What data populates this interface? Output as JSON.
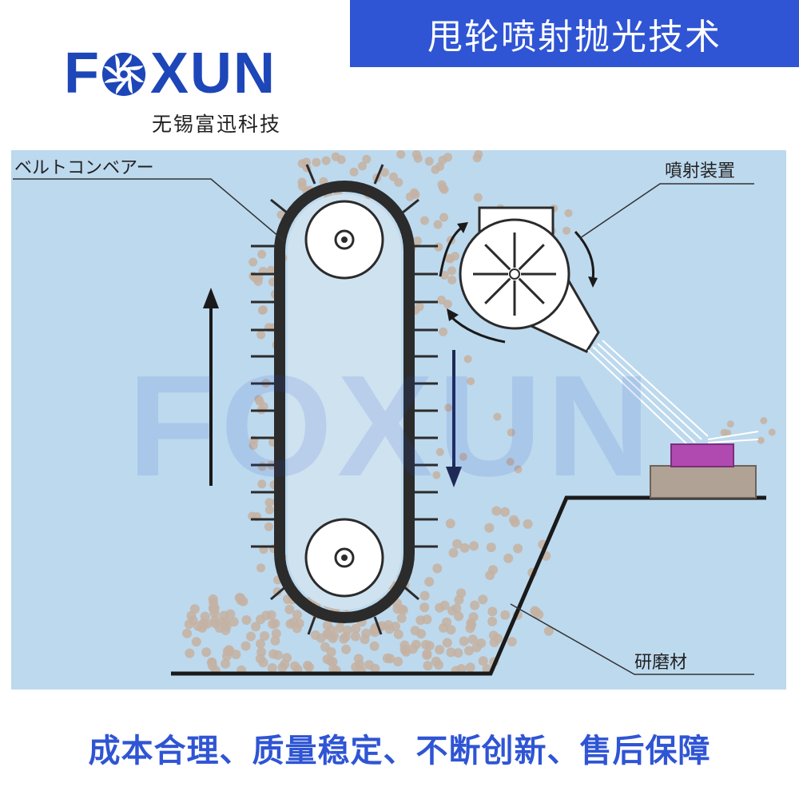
{
  "banner": {
    "title": "甩轮喷射抛光技术"
  },
  "logo": {
    "brand": "FOXUN",
    "brand_left": "F",
    "brand_right": "XUN",
    "subtitle": "无锡富迅科技"
  },
  "diagram": {
    "labels": {
      "belt_conveyor": "ベルトコンベアー",
      "spray_device": "噴射装置",
      "abrasive": "研磨材"
    },
    "colors": {
      "background": "#bdd9ee",
      "workpiece": "#b04ab0",
      "stage": "#b0a294",
      "abrasive_dot": "#c4b2a4"
    }
  },
  "watermark": "FOXUN",
  "slogan": "成本合理、质量稳定、不断创新、售后保障",
  "colors": {
    "brand_blue": "#2f55d4"
  }
}
